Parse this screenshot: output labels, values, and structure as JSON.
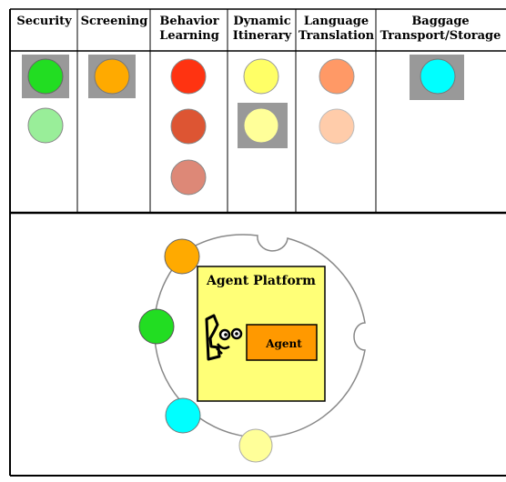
{
  "categories": [
    {
      "label": "Security"
    },
    {
      "label": "Screening"
    },
    {
      "label": "Behavior Learning"
    },
    {
      "label": "Dynamic Itinerary"
    },
    {
      "label": "Language Translation"
    },
    {
      "label": "Baggage Transport/Storage"
    }
  ],
  "category_header": {
    "security": "Security",
    "screening": "Screening",
    "behavior_line1": "Behavior",
    "behavior_line2": "Learning",
    "dynamic_line1": "Dynamic",
    "dynamic_line2": "Itinerary",
    "language_line1": "Language",
    "language_line2": "Translation",
    "baggage_line1": "Baggage",
    "baggage_line2": "Transport/Storage"
  },
  "colors": {
    "security_dark": "#22dd22",
    "security_light": "#99ee99",
    "screening": "#ffaa00",
    "behavior_1": "#ff3311",
    "behavior_2": "#dd5533",
    "behavior_3": "#dd8877",
    "dynamic_1": "#ffff66",
    "dynamic_2": "#ffff99",
    "language_1": "#ff9966",
    "language_2": "#ffccaa",
    "baggage": "#00ffff",
    "highlight_box": "#999999",
    "platform_fill": "#ffff77",
    "agent_fill": "#ff9900"
  },
  "platform": {
    "title": "Agent Platform",
    "agent_label": "Agent"
  }
}
